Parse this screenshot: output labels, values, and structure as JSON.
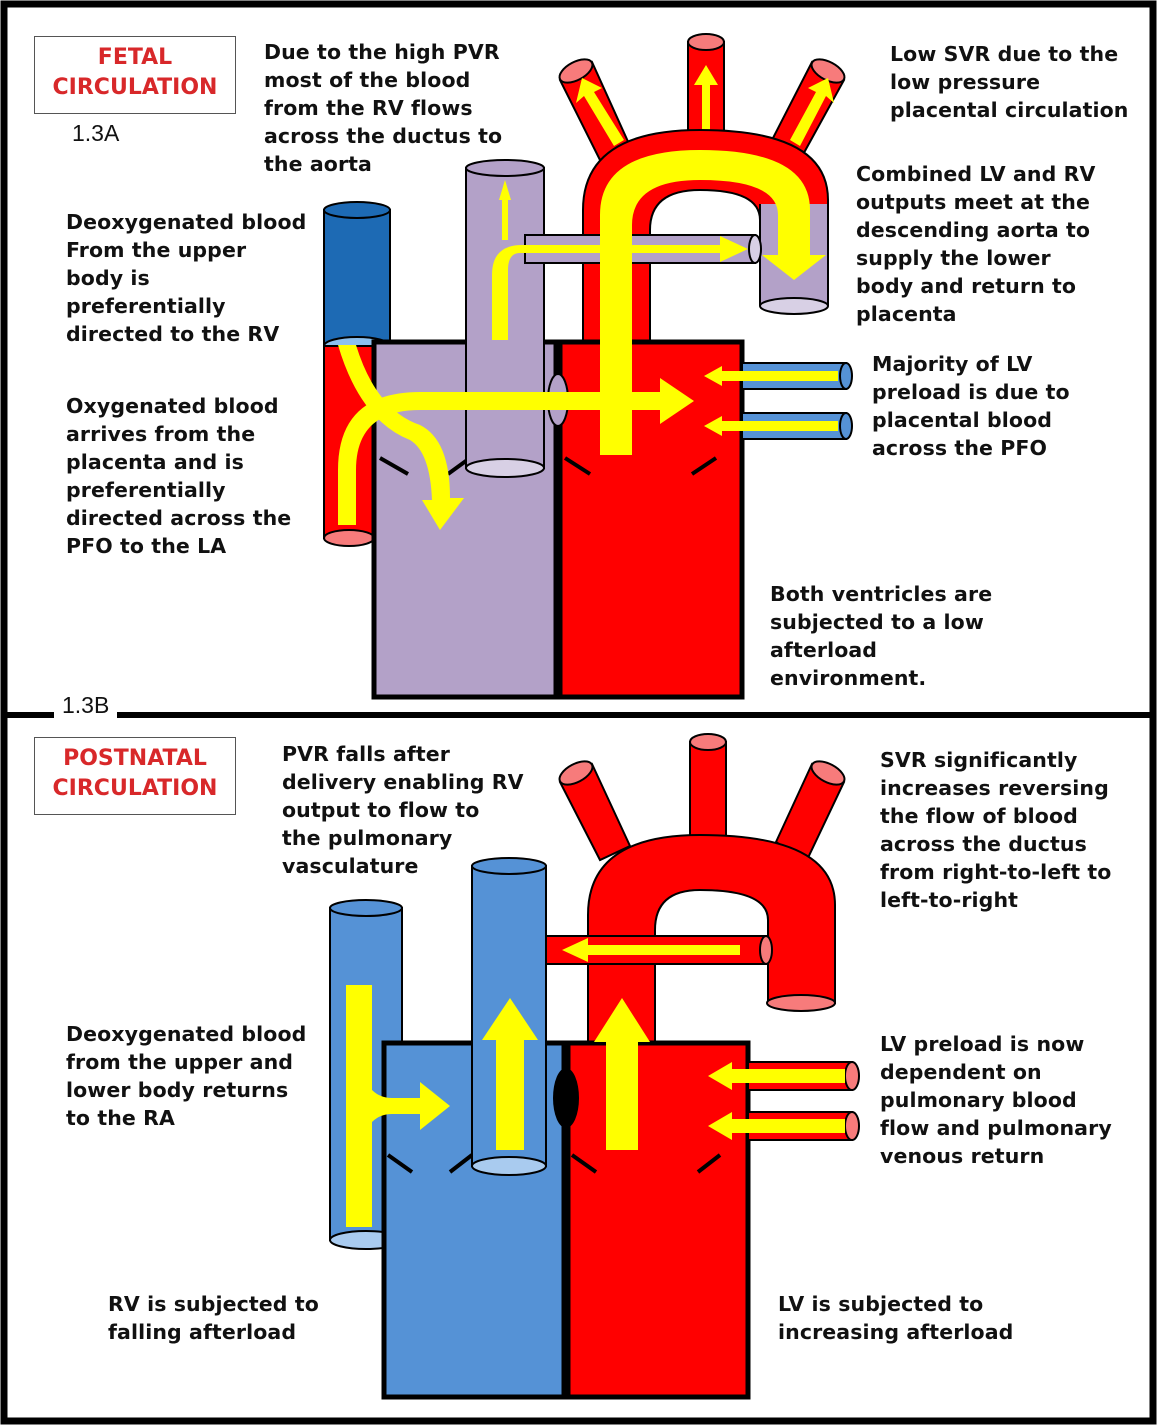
{
  "colors": {
    "oxygenated": "#ff0000",
    "deoxygenated": "#1d6ab4",
    "mixed": "#b3a1c8",
    "postnatal_deoxygenated": "#5592d6",
    "flow_arrow": "#ffff00",
    "outline": "#000000",
    "title": "#d8282a"
  },
  "panel_a": {
    "tag": "1.3A",
    "title_lines": [
      "FETAL",
      "CIRCULATION"
    ],
    "notes": {
      "high_pvr": [
        "Due to the high PVR",
        "most of the blood",
        "from the RV flows",
        "across the ductus to",
        "the aorta"
      ],
      "low_svr": [
        "Low SVR due to the",
        "low pressure",
        "placental circulation"
      ],
      "combined_outputs": [
        "Combined LV and RV",
        "outputs meet at the",
        "descending aorta to",
        "supply the lower",
        "body and return to",
        "placenta"
      ],
      "upper_body": [
        "Deoxygenated blood",
        "From the upper",
        "body is",
        "preferentially",
        "directed to the RV"
      ],
      "lv_preload": [
        "Majority of LV",
        "preload is due to",
        "placental blood",
        "across the PFO"
      ],
      "oxygenated": [
        "Oxygenated blood",
        "arrives from the",
        "placenta and is",
        "preferentially",
        "directed across the",
        "PFO to the LA"
      ],
      "afterload": [
        "Both ventricles are",
        "subjected to a low",
        "afterload",
        "environment."
      ]
    }
  },
  "panel_b": {
    "tag": "1.3B",
    "title_lines": [
      "POSTNATAL",
      "CIRCULATION"
    ],
    "notes": {
      "pvr_falls": [
        "PVR falls after",
        "delivery enabling RV",
        "output to flow to",
        "the pulmonary",
        "vasculature"
      ],
      "svr_increases": [
        "SVR significantly",
        "increases reversing",
        "the flow of blood",
        "across the ductus",
        "from right-to-left to",
        "left-to-right"
      ],
      "deoxygenated": [
        "Deoxygenated blood",
        "from the upper and",
        "lower body returns",
        "to the RA"
      ],
      "lv_preload": [
        "LV preload is now",
        "dependent on",
        "pulmonary blood",
        "flow and pulmonary",
        "venous return"
      ],
      "rv_afterload": [
        "RV is subjected to",
        "falling afterload"
      ],
      "lv_afterload": [
        "LV is subjected to",
        "increasing afterload"
      ]
    }
  }
}
